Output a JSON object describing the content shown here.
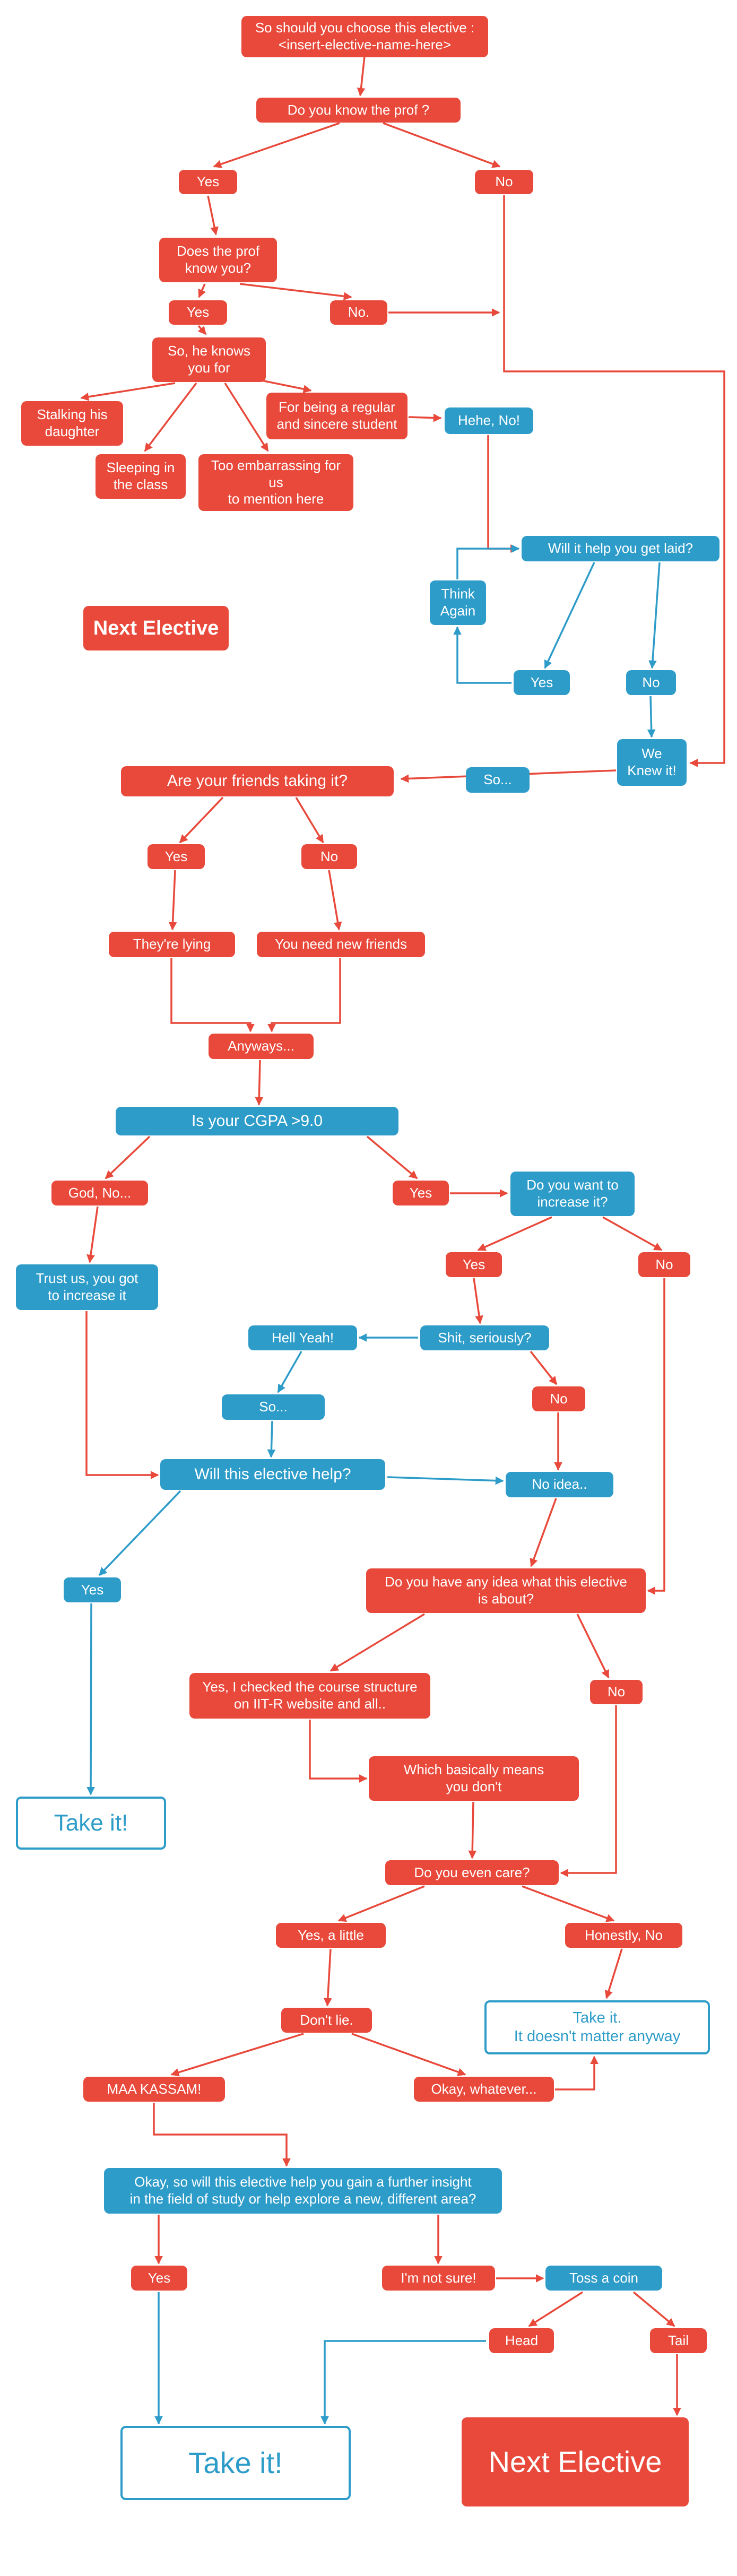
{
  "palette": {
    "red": "#e8493b",
    "blue": "#2e9cc9",
    "background": "#ffffff"
  },
  "nodes": {
    "start": {
      "label": "So should you choose this elective :\n<insert-elective-name-here>"
    },
    "know_prof": {
      "label": "Do you know the prof ?"
    },
    "know_prof_yes": {
      "label": "Yes"
    },
    "know_prof_no": {
      "label": "No"
    },
    "prof_knows_you": {
      "label": "Does the prof\nknow you?"
    },
    "prof_knows_yes": {
      "label": "Yes"
    },
    "prof_knows_no": {
      "label": "No."
    },
    "knows_you_for": {
      "label": "So, he knows\nyou for"
    },
    "stalking": {
      "label": "Stalking his\ndaughter"
    },
    "sincere": {
      "label": "For being a regular\nand sincere student"
    },
    "hehe_no": {
      "label": "Hehe, No!"
    },
    "sleeping": {
      "label": "Sleeping in\nthe class"
    },
    "embarrassing": {
      "label": "Too embarrassing for us\nto mention here"
    },
    "get_laid": {
      "label": "Will it help you get laid?"
    },
    "think_again": {
      "label": "Think\nAgain"
    },
    "next_elective_mid": {
      "label": "Next Elective"
    },
    "laid_yes": {
      "label": "Yes"
    },
    "laid_no": {
      "label": "No"
    },
    "we_knew_it": {
      "label": "We\nKnew it!"
    },
    "so1": {
      "label": "So..."
    },
    "friends_taking": {
      "label": "Are your friends taking it?"
    },
    "friends_yes": {
      "label": "Yes"
    },
    "friends_no": {
      "label": "No"
    },
    "lying": {
      "label": "They're lying"
    },
    "new_friends": {
      "label": "You need new friends"
    },
    "anyways": {
      "label": "Anyways..."
    },
    "cgpa": {
      "label": "Is your CGPA >9.0"
    },
    "cgpa_no": {
      "label": "God, No..."
    },
    "cgpa_yes": {
      "label": "Yes"
    },
    "increase": {
      "label": "Do you want to\nincrease it?"
    },
    "trust_us": {
      "label": "Trust us, you got\nto increase it"
    },
    "increase_yes": {
      "label": "Yes"
    },
    "increase_no": {
      "label": "No"
    },
    "hell_yeah": {
      "label": "Hell Yeah!"
    },
    "seriously": {
      "label": "Shit, seriously?"
    },
    "seriously_no": {
      "label": "No"
    },
    "so2": {
      "label": "So..."
    },
    "elective_help": {
      "label": "Will this elective help?"
    },
    "no_idea": {
      "label": "No idea.."
    },
    "help_yes": {
      "label": "Yes"
    },
    "any_idea": {
      "label": "Do you have any idea what this elective\nis about?"
    },
    "checked": {
      "label": "Yes, I checked the course structure\non IIT-R website and all.."
    },
    "any_idea_no": {
      "label": "No"
    },
    "means_dont": {
      "label": "Which basically means\nyou don't"
    },
    "take_it_mid": {
      "label": "Take it!"
    },
    "even_care": {
      "label": "Do you even care?"
    },
    "care_little": {
      "label": "Yes, a little"
    },
    "care_no": {
      "label": "Honestly, No"
    },
    "dont_lie": {
      "label": "Don't lie."
    },
    "take_it_anyway": {
      "label": "Take it.\nIt doesn't matter anyway"
    },
    "maa_kassam": {
      "label": "MAA KASSAM!"
    },
    "okay_whatever": {
      "label": "Okay, whatever..."
    },
    "final_q": {
      "label": "Okay, so will this elective help you gain a further insight\nin the field of study or help explore a new,  different area?"
    },
    "final_yes": {
      "label": "Yes"
    },
    "not_sure": {
      "label": "I'm not sure!"
    },
    "toss_coin": {
      "label": "Toss a coin"
    },
    "head": {
      "label": "Head"
    },
    "tail": {
      "label": "Tail"
    },
    "take_it_big": {
      "label": "Take it!"
    },
    "next_elective_big": {
      "label": "Next Elective"
    }
  }
}
